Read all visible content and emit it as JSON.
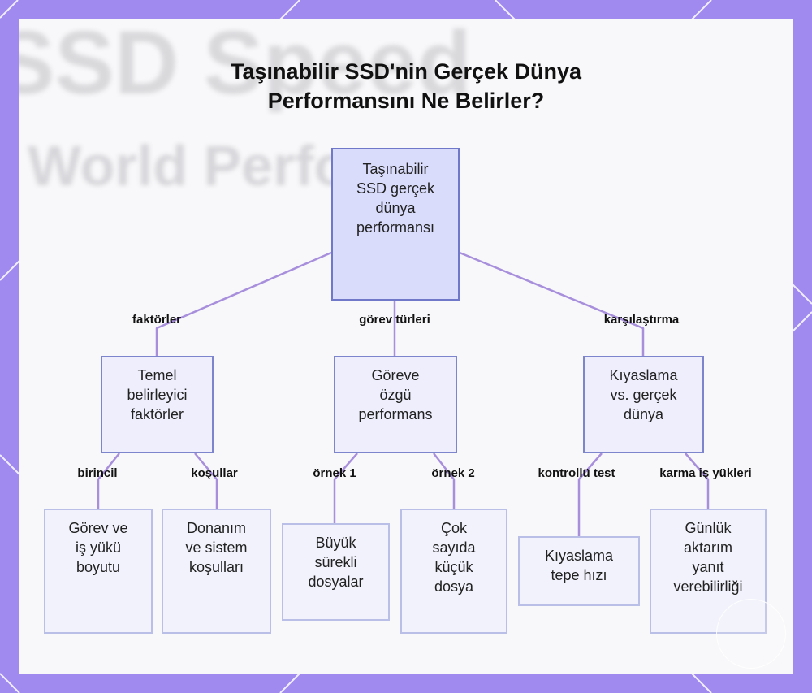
{
  "title": {
    "line1": "Taşınabilir SSD'nin Gerçek Dünya",
    "line2": "Performansını Ne Belirler?"
  },
  "background": {
    "ghost_line1": "SSD Speed",
    "ghost_line2": "World Perform"
  },
  "colors": {
    "frame": "#a08af0",
    "panel": "#f8f8fa",
    "connector": "#a88fdc",
    "root_fill": "#d9dcfb",
    "root_border": "#6f78c9",
    "mid_border": "#7d85cc",
    "leaf_border": "#b9bfe6"
  },
  "nodes": {
    "root": "Taşınabilir\nSSD gerçek\ndünya\nperformansı",
    "factors": "Temel\nbelirleyici\nfaktörler",
    "task": "Göreve\nözgü\nperformans",
    "benchmark": "Kıyaslama\nvs. gerçek\ndünya",
    "task_size": "Görev ve\niş yükü\nboyutu",
    "hardware": "Donanım\nve sistem\nkoşulları",
    "large_files": "Büyük\nsürekli\ndosyalar",
    "small_files": "Çok\nsayıda\nküçük\ndosya",
    "peak_speed": "Kıyaslama\ntepe hızı",
    "daily": "Günlük\naktarım\nyanıt\nverebilirliği"
  },
  "edges": {
    "factors": "faktörler",
    "task_types": "görev türleri",
    "comparison": "karşılaştırma",
    "primary": "birincil",
    "conditions": "koşullar",
    "example1": "örnek 1",
    "example2": "örnek 2",
    "controlled": "kontrollü test",
    "mixed": "karma iş yükleri"
  }
}
